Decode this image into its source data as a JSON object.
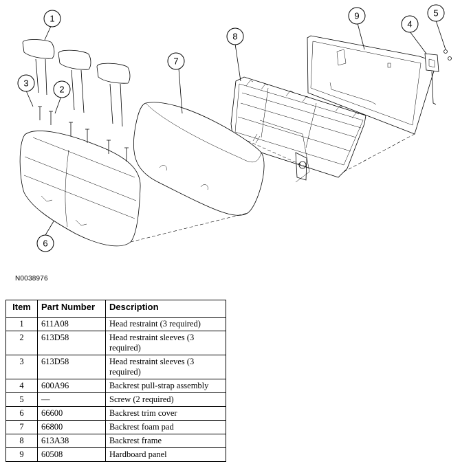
{
  "figure_id": "N0038976",
  "callouts": [
    "1",
    "2",
    "3",
    "4",
    "5",
    "6",
    "7",
    "8",
    "9"
  ],
  "table": {
    "headers": {
      "item": "Item",
      "part_number": "Part Number",
      "description": "Description"
    },
    "rows": [
      {
        "item": "1",
        "part_number": "611A08",
        "description": "Head restraint (3 required)"
      },
      {
        "item": "2",
        "part_number": "613D58",
        "description": "Head restraint sleeves (3 required)"
      },
      {
        "item": "3",
        "part_number": "613D58",
        "description": "Head restraint sleeves (3 required)"
      },
      {
        "item": "4",
        "part_number": "600A96",
        "description": "Backrest pull-strap assembly"
      },
      {
        "item": "5",
        "part_number": "—",
        "description": "Screw (2 required)"
      },
      {
        "item": "6",
        "part_number": "66600",
        "description": "Backrest trim cover"
      },
      {
        "item": "7",
        "part_number": "66800",
        "description": "Backrest foam pad"
      },
      {
        "item": "8",
        "part_number": "613A38",
        "description": "Backrest frame"
      },
      {
        "item": "9",
        "part_number": "60508",
        "description": "Hardboard panel"
      }
    ]
  }
}
